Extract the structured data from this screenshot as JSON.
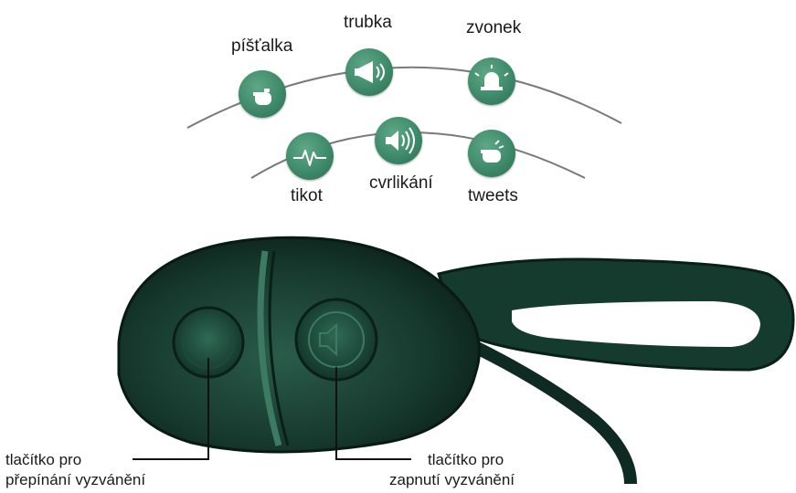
{
  "sounds_top": {
    "whistle": "píšťalka",
    "horn": "trubka",
    "bell": "zvonek"
  },
  "sounds_bottom": {
    "tick": "tikot",
    "chirp": "cvrlikání",
    "tweets": "tweets"
  },
  "callouts": {
    "left_line1": "tlačítko pro",
    "left_line2": "přepínání vyzvánění",
    "right_line1": "tlačítko pro",
    "right_line2": "zapnutí vyzvánění"
  },
  "colors": {
    "icon_green": "#3e8a6a",
    "device_green": "#1e4a3b",
    "device_dark": "#0f2a22"
  },
  "icons": [
    "whistle-icon",
    "horn-icon",
    "alarm-bell-icon",
    "heartbeat-icon",
    "speaker-icon",
    "whistle-icon"
  ]
}
